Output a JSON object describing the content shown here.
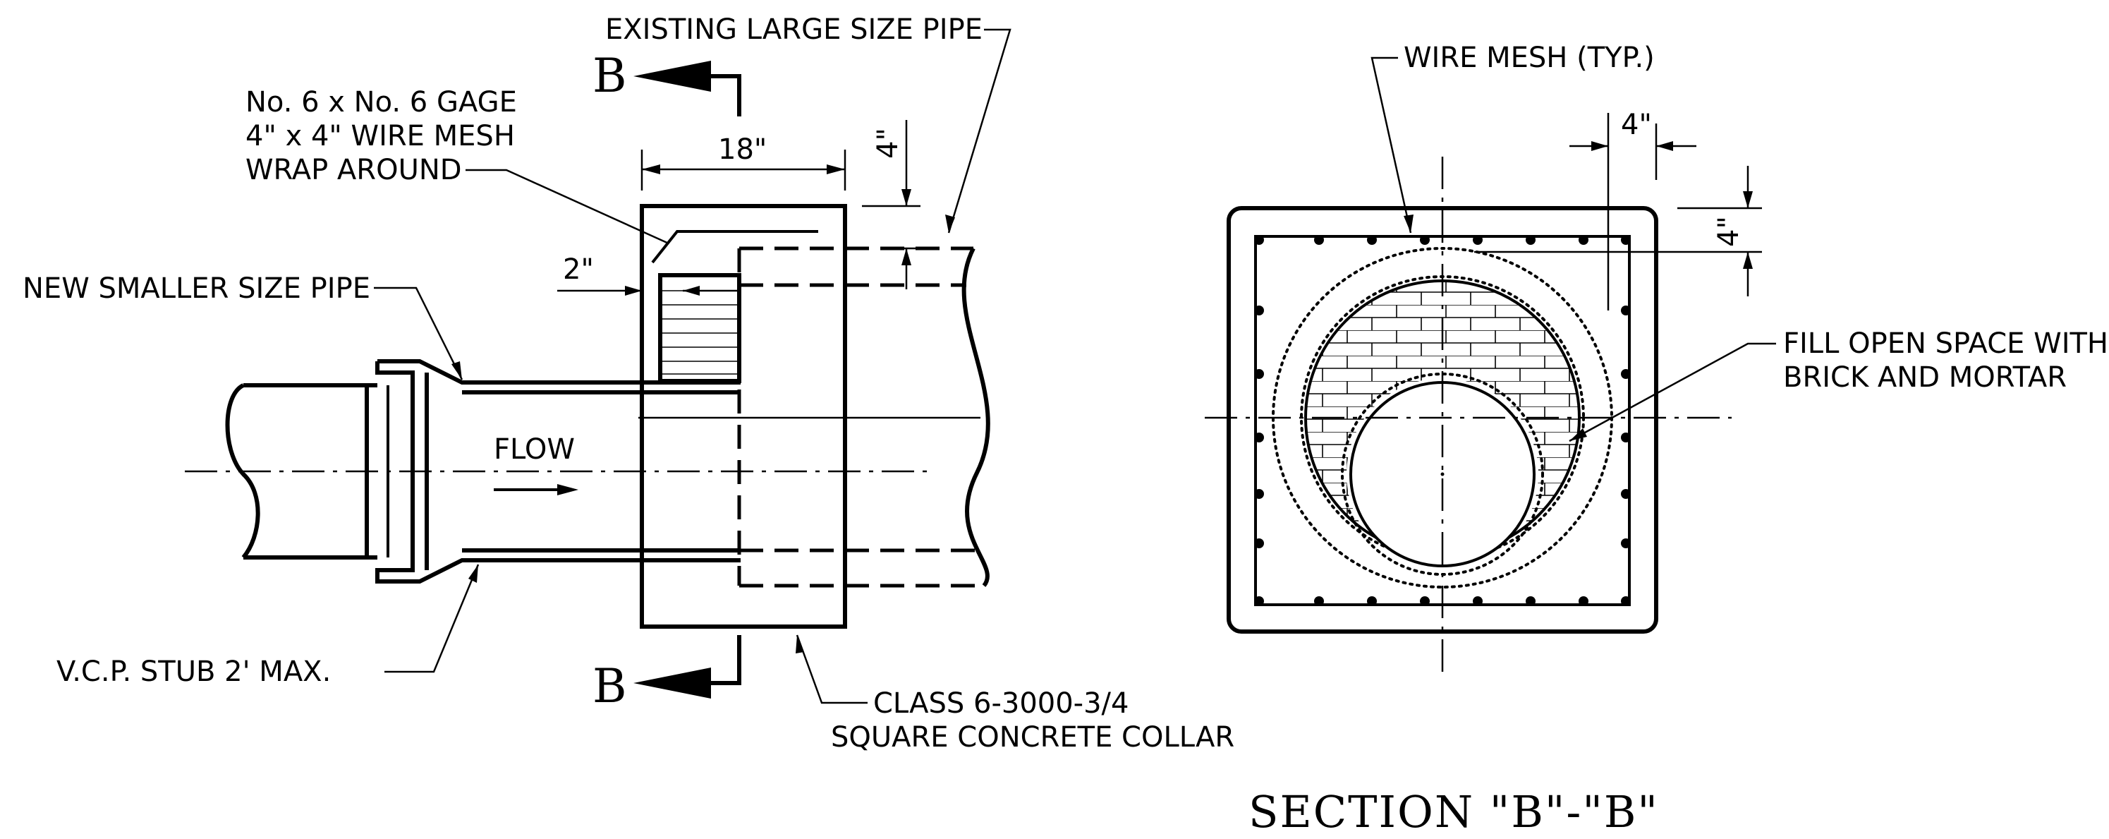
{
  "labels": {
    "existing_pipe": "EXISTING LARGE SIZE PIPE",
    "gage_line1": "No. 6 x No. 6 GAGE",
    "gage_line2": "4\" x 4\" WIRE MESH",
    "gage_line3": "WRAP AROUND",
    "new_pipe": "NEW SMALLER SIZE PIPE",
    "flow": "FLOW",
    "vcp_stub": "V.C.P. STUB 2' MAX.",
    "collar_line1": "CLASS 6-3000-3/4",
    "collar_line2": "SQUARE CONCRETE COLLAR",
    "wire_mesh": "WIRE MESH (TYP.)",
    "fill_line1": "FILL OPEN SPACE WITH",
    "fill_line2": "BRICK AND MORTAR",
    "section_title": "SECTION \"B\"-\"B\""
  },
  "dimensions": {
    "collar_length": "18\"",
    "top_clearance": "4\"",
    "inner_gap": "2\"",
    "section_side": "4\"",
    "section_top": "4\""
  },
  "section_marks": {
    "top": "B",
    "bottom": "B"
  }
}
